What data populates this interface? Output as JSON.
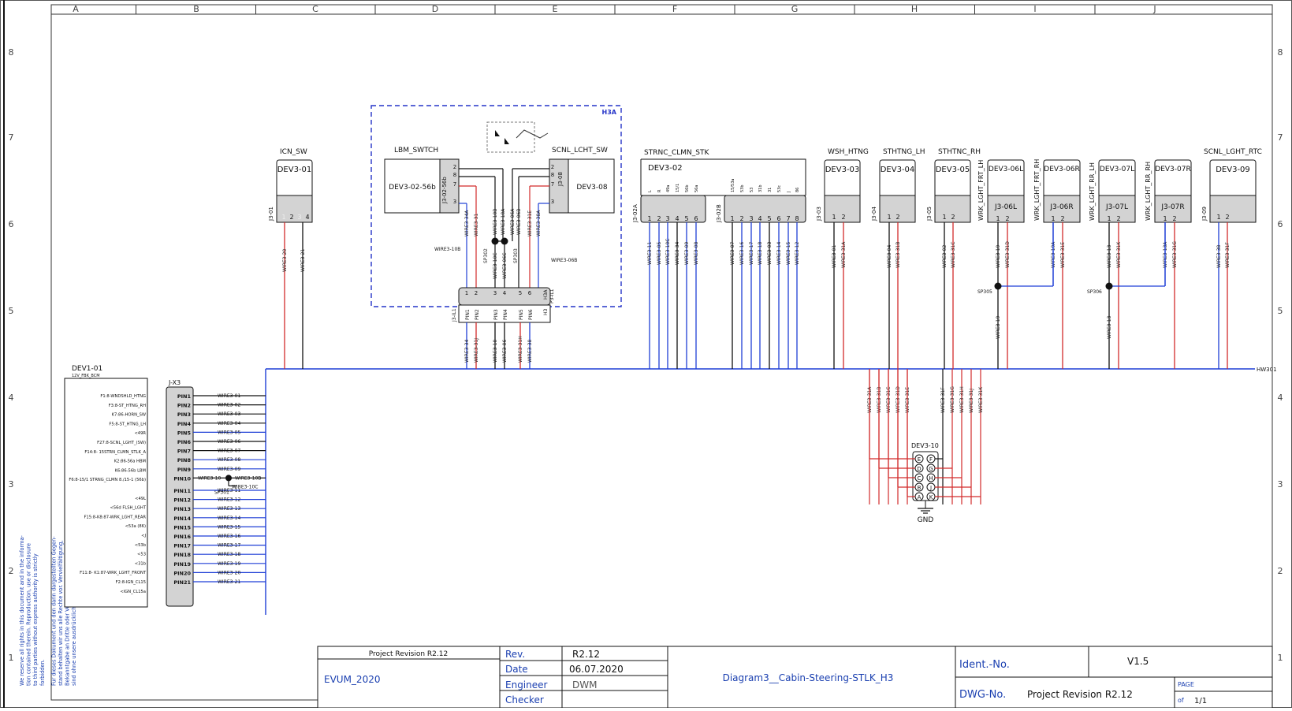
{
  "grid": {
    "columns": [
      "A",
      "B",
      "C",
      "D",
      "E",
      "F",
      "G",
      "H",
      "I",
      "J"
    ],
    "rows": [
      "8",
      "7",
      "6",
      "5",
      "4",
      "3",
      "2",
      "1"
    ]
  },
  "side_note": [
    "We reserve all rights in this document and in the informa-",
    "tion contained therein. Reproduction, use or disclosure",
    "to third parties without express authority is strictly",
    "forbidden.",
    "Für dieses Dokument und den darin dargestellten Gegen-",
    "stand behalten wir uns alle Rechte vor. Vervielfältigung,",
    "Bekanntgabe an Dritte oder Verwertung seines Inhaltes",
    "sind ohne unsere ausdrückliche Zustimmung verboten."
  ],
  "frame": {
    "label": "H3A"
  },
  "devices": [
    {
      "label": "ICN_SW",
      "name": "DEV3-01",
      "conn": "J3-01",
      "pins": [
        "1",
        "2",
        "3",
        "4"
      ]
    },
    {
      "label": "LBM_SWTCH",
      "name": "DEV3-02-56b",
      "conn": "J3-02-56b",
      "pins": [
        "2",
        "8",
        "7",
        "3"
      ]
    },
    {
      "label": "SCNL_LCHT_SW",
      "name": "DEV3-08",
      "conn": "J3-08",
      "pins": [
        "2",
        "8",
        "7",
        "3"
      ]
    },
    {
      "label": "STRNC_CLMN_STK",
      "name": "DEV3-02",
      "conn": "J3-02A",
      "conn2": "J3-02B",
      "pins": [
        "1",
        "2",
        "3",
        "4",
        "5",
        "6"
      ],
      "pins2": [
        "1",
        "2",
        "3",
        "4",
        "5",
        "6",
        "7",
        "8"
      ],
      "pinlabels": [
        "L",
        "R",
        "49a",
        "15/1",
        "56b",
        "56a"
      ],
      "pinlabels2": [
        "15/53a",
        "53b",
        "53",
        "31b",
        "31",
        "53c",
        "J",
        "86"
      ]
    },
    {
      "label": "WSH_HTNG",
      "name": "DEV3-03",
      "conn": "J3-03",
      "pins": [
        "1",
        "2"
      ]
    },
    {
      "label": "STHTNG_LH",
      "name": "DEV3-04",
      "conn": "J3-04",
      "pins": [
        "1",
        "2"
      ]
    },
    {
      "label": "STHTNC_RH",
      "name": "DEV3-05",
      "conn": "J3-05",
      "pins": [
        "1",
        "2"
      ]
    },
    {
      "label": "WRK_LGHT_FRT_LH",
      "name": "DEV3-06L",
      "conn": "J3-06L",
      "pins": [
        "1",
        "2"
      ]
    },
    {
      "label": "WRK_LGHT_FRT_RH",
      "name": "DEV3-06R",
      "conn": "J3-06R",
      "pins": [
        "1",
        "2"
      ]
    },
    {
      "label": "WRK_LGHT_RR_LH",
      "name": "DEV3-07L",
      "conn": "J3-07L",
      "pins": [
        "1",
        "2"
      ]
    },
    {
      "label": "WRK_LGHT_RR_RH",
      "name": "DEV3-07R",
      "conn": "J3-07R",
      "pins": [
        "1",
        "2"
      ]
    },
    {
      "label": "SCNL_LGHT_RTC",
      "name": "DEV3-09",
      "conn": "J3-09",
      "pins": [
        "1",
        "2"
      ]
    }
  ],
  "wires_top": {
    "icn": [
      "WIRE3-20",
      "WIRE3-21"
    ],
    "lbm": [
      "WIRE3-34A",
      "WIRE3-31",
      "WIRE3-10B",
      "WIRE3-10A"
    ],
    "scnl": [
      "WIRE3-06A",
      "WIRE3-06B",
      "WIRE3-31E",
      "WIRE3-38A"
    ],
    "splice_d": [
      "SP302",
      "SP303",
      "WIRE3-10C",
      "WIRE3-06C"
    ],
    "side_labels": [
      "WIRE3-10B",
      "WIRE3-06B"
    ],
    "strnc_a": [
      "WIRE3-11",
      "WIRE3-05",
      "WIRE3-10C",
      "WIRE3-34",
      "WIRE3-09",
      "WIRE3-08"
    ],
    "strnc_b": [
      "WIRE3-07",
      "WIRE3-16",
      "WIRE3-17",
      "WIRE3-18",
      "WIRE3-03",
      "WIRE3-14",
      "WIRE3-15",
      "WIRE3-12"
    ],
    "wsh": [
      "WIRE3-01",
      "WIRE3-31A"
    ],
    "sth_lh": [
      "WIRE3-04",
      "WIRE3-31B"
    ],
    "sth_rh": [
      "WIRE3-02",
      "WIRE3-31C"
    ],
    "wrk06l": [
      "WIRE3-19",
      "WIRE3-31D"
    ],
    "wrk06r": [
      "WIRE3-19A",
      "WIRE3-31E"
    ],
    "wrk07l": [
      "WIRE3-13",
      "WIRE3-31K"
    ],
    "wrk07r": [
      "WIRE3-13A",
      "WIRE3-31G"
    ],
    "scnl_rtc": [
      "WIRE3-38",
      "WIRE3-31F"
    ],
    "drop_19": "WIRE3-19",
    "drop_13": "WIRE3-13",
    "sp305": "SP305",
    "sp306": "SP306"
  },
  "h3": {
    "p3": "P3-IL1",
    "j3": "J3-IL1",
    "h3": "H3",
    "h3a": "H3A",
    "top_pins": [
      "1",
      "2",
      "3",
      "4",
      "5",
      "6"
    ],
    "bottom_pins": [
      "PIN1",
      "PIN2",
      "PIN3",
      "PIN4",
      "PIN5",
      "PIN6"
    ],
    "below_wires": [
      "WIRE3-34",
      "WIRE3-31J",
      "WIRE3-10",
      "WIRE3-06",
      "WIRE3-31H",
      "WIRE3-38"
    ]
  },
  "harness_label": "HW301",
  "dev1": {
    "name": "DEV1-01",
    "sub": "12V_FBK_BCM",
    "signals": [
      "F1:8-WNDSHLD_HTNG",
      "F3:8-ST_HTNG_RH",
      "K7:86-HORN_SW",
      "F5:8-ST_HTNG_LH",
      "<49R",
      "F27:8-SCNL_LGHT_(SW)",
      "F14:8- 15STRN_CLMN_STLK_A",
      "K2:86-56a HBM",
      "K6:86-56b LBM",
      "F6:8-15/1 STRNG_CLMN 8./15-1 (56b)",
      "",
      "<49L",
      "<56d FLSH_LGHT",
      "F15:8-K8:87-WRK_LGHT_REAR",
      "<53a (86)",
      "<J",
      "<53b",
      "<53",
      "<31b",
      "F11:8- K1:87-WRK_LGHT_FRONT",
      "F2:8-IGN_CL15",
      "<IGN_CL15a"
    ]
  },
  "jx3": {
    "name": "J-X3",
    "pins": [
      "PIN1",
      "PIN2",
      "PIN3",
      "PIN4",
      "PIN5",
      "PIN6",
      "PIN7",
      "PIN8",
      "PIN9",
      "PIN10",
      "PIN11",
      "PIN12",
      "PIN13",
      "PIN14",
      "PIN15",
      "PIN16",
      "PIN17",
      "PIN18",
      "PIN19",
      "PIN20",
      "PIN21"
    ],
    "wires": [
      "WIRE3-01",
      "WIRE3-02",
      "WIRE3-03",
      "WIRE3-04",
      "WIRE3-05",
      "WIRE3-06",
      "WIRE3-07",
      "WIRE3-08",
      "WIRE3-09",
      "WIRE3-10",
      "WIRE3-11",
      "WIRE3-12",
      "WIRE3-13",
      "WIRE3-14",
      "WIRE3-15",
      "WIRE3-16",
      "WIRE3-17",
      "WIRE3-18",
      "WIRE3-19",
      "WIRE3-20",
      "WIRE3-21"
    ],
    "pin10_wire_left": "WIRE3-10",
    "pin10_wire_b": "WIRE3-10B",
    "pin10_wire_c": "WIRE3-10C",
    "splice": "SP301"
  },
  "dev310": {
    "name": "DEV3-10",
    "wires": [
      "WIRE3-31A",
      "WIRE3-31B",
      "WIRE3-31C",
      "WIRE3-31D",
      "WIRE3-31E",
      "WIRE3-31F",
      "WIRE3-31G",
      "WIRE3-31H",
      "WIRE3-31J",
      "WIRE3-31K"
    ],
    "pins_left": [
      "E",
      "D",
      "C",
      "B",
      "A"
    ],
    "pins_right": [
      "F",
      "G",
      "H",
      "J",
      "K"
    ],
    "gnd": "GND"
  },
  "title_block": {
    "project_revision": "Project Revision R2.12",
    "company": "EVUM_2020",
    "rev_label": "Rev.",
    "rev_value": "R2.12",
    "date_label": "Date",
    "date_value": "06.07.2020",
    "engineer_label": "Engineer",
    "engineer_value": "DWM",
    "checker_label": "Checker",
    "checker_value": "",
    "diagram_title": "Diagram3__Cabin-Steering-STLK_H3",
    "ident_label": "Ident.-No.",
    "ident_value": "V1.5",
    "dwg_label": "DWG-No.",
    "dwg_value": "Project Revision R2.12",
    "page_label": "PAGE",
    "of_label": "of",
    "page_value": "1/1"
  },
  "colors": {
    "blue": "#1f3fd6",
    "red": "#d22b2b",
    "black": "#111111",
    "frame": "#2433c8",
    "box_fill": "#d3d3d3",
    "title_text": "#1a3fb0"
  }
}
